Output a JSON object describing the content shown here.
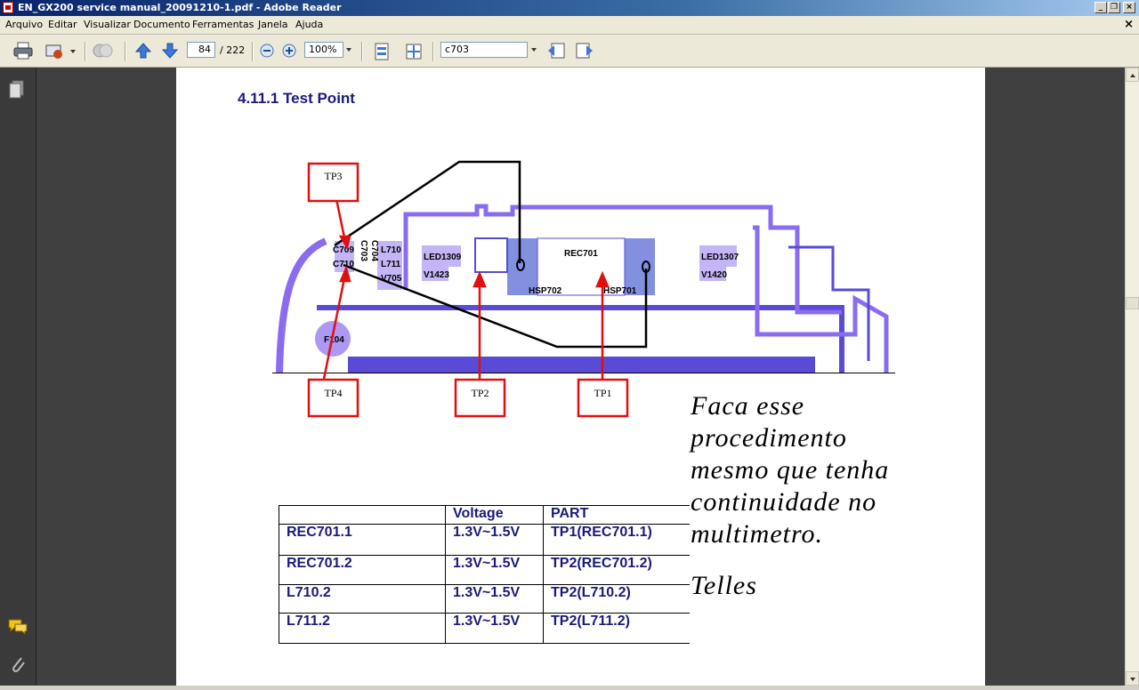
{
  "window": {
    "title": "EN_GX200 service manual_20091210-1.pdf - Adobe Reader"
  },
  "menu": {
    "items": [
      "Arquivo",
      "Editar",
      "Visualizar",
      "Documento",
      "Ferramentas",
      "Janela",
      "Ajuda"
    ],
    "close_symbol": "×"
  },
  "toolbar": {
    "page_current": "84",
    "page_total": "/ 222",
    "zoom": "100%",
    "search": "c703"
  },
  "document": {
    "heading": "4.11.1 Test Point",
    "test_points": [
      "TP3",
      "TP4",
      "TP2",
      "TP1"
    ],
    "pcb_labels": [
      "C709",
      "C710",
      "C703",
      "C704",
      "L710",
      "L711",
      "V705",
      "LED1309",
      "V1423",
      "REC701",
      "HSP702",
      "HSP701",
      "LED1307",
      "V1420",
      "F104"
    ],
    "table": {
      "headers": [
        "",
        "Voltage",
        "PART"
      ],
      "rows": [
        [
          "REC701.1",
          "1.3V~1.5V",
          "TP1(REC701.1)"
        ],
        [
          "REC701.2",
          "1.3V~1.5V",
          "TP2(REC701.2)"
        ],
        [
          "L710.2",
          "1.3V~1.5V",
          "TP2(L710.2)"
        ],
        [
          "L711.2",
          "1.3V~1.5V",
          "TP2(L711.2)"
        ]
      ]
    },
    "note": {
      "lines": [
        "Faca esse",
        "procedimento",
        "mesmo que tenha",
        "continuidade no",
        "multimetro."
      ],
      "signature": "Telles"
    }
  },
  "colors": {
    "pcb_trace": "#8a6cf0",
    "pcb_fill": "#5a4bd6",
    "callout": "#e01010",
    "text_blue": "#1a1a7a"
  }
}
